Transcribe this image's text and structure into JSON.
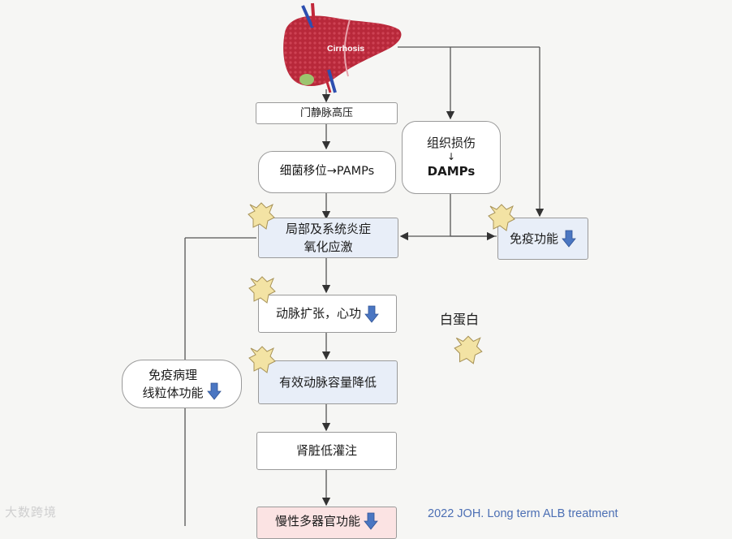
{
  "diagram": {
    "liver_label": "Cirrhosis",
    "nodes": {
      "portal_hypertension": "门静脉高压",
      "bacterial_translocation": "细菌移位→PAMPs",
      "tissue_damage_line1": "组织损伤",
      "tissue_damage_arrow": "↓",
      "tissue_damage_line2": "DAMPs",
      "inflammation": "局部及系统炎症\n氧化应激",
      "immune_function": "免疫功能",
      "vasodilation": "动脉扩张，心功",
      "albumin": "白蛋白",
      "effective_volume": "有效动脉容量降低",
      "immunopathology": "免疫病理\n线粒体功能",
      "renal_hypoperfusion": "肾脏低灌注",
      "organ_failure": "慢性多器官功能"
    },
    "icons": {
      "down_arrow": "down-arrow-icon",
      "albumin_molecule": "albumin-molecule-icon",
      "liver": "liver-icon"
    },
    "colors": {
      "arrow_blue": "#4a76c2",
      "box_blue": "#e8eef8",
      "box_pink": "#fbe3e3",
      "albumin_yellow": "#f3e3a4",
      "liver_red": "#b8283a"
    }
  },
  "citation": "2022 JOH. Long term ALB treatment",
  "watermark": "大数跨境"
}
